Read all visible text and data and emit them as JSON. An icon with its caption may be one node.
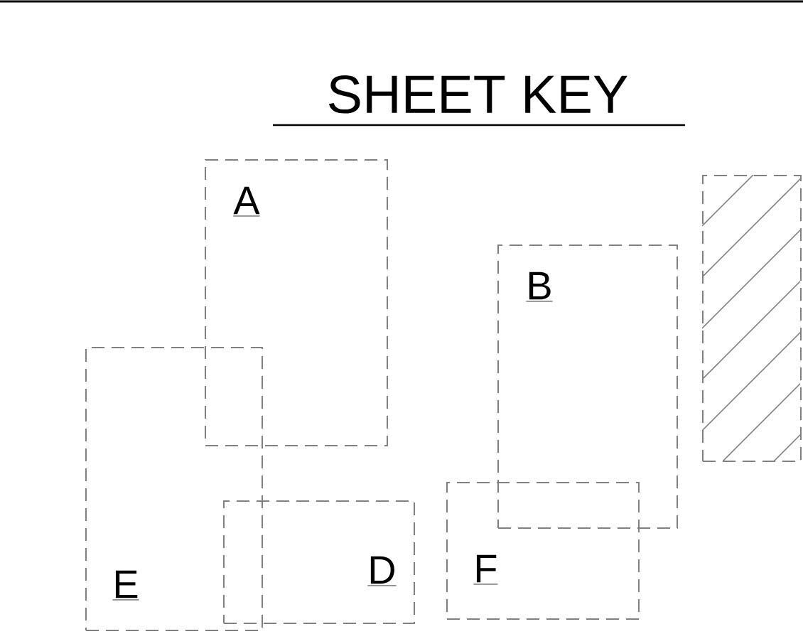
{
  "diagram": {
    "title": "SHEET KEY",
    "nodes": [
      {
        "text": [
          "A"
        ]
      },
      {
        "text": [
          "B"
        ]
      },
      {
        "text": [],
        "shape": "box"
      },
      {
        "text": [
          "E"
        ]
      },
      {
        "text": [
          "D"
        ]
      },
      {
        "text": [
          "F"
        ]
      }
    ]
  }
}
